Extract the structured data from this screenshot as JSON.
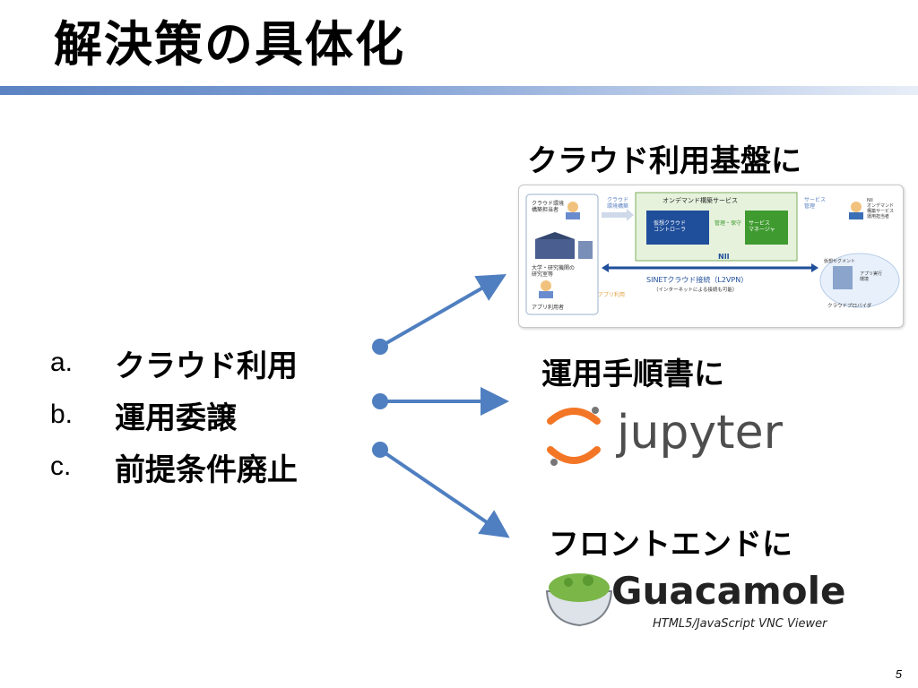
{
  "slide": {
    "title": "解決策の具体化",
    "page_number": "5"
  },
  "list": [
    {
      "letter": "a.",
      "text": "クラウド利用"
    },
    {
      "letter": "b.",
      "text": "運用委譲"
    },
    {
      "letter": "c.",
      "text": "前提条件廃止"
    }
  ],
  "targets": {
    "cloud_heading": "クラウド利用基盤に",
    "runbook_heading": "運用手順書に",
    "frontend_heading": "フロントエンドに"
  },
  "architecture": {
    "cloud_admin": "クラウド環境\n構築担当者",
    "cloud_build": "クラウド\n環境構築",
    "ondemand_title": "オンデマンド構築サービス",
    "virtual_controller": "仮想クラウド\nコントローラ",
    "mgmt_maint": "管理・保守",
    "service_manager": "サービス\nマネージャ",
    "service_mgmt": "サービス\n管理",
    "nii_admin": "NII\nオンデマンド\n構築サービス\n運用担当者",
    "nii": "NII",
    "univ_lab": "大学・研究機関の\n研究室等",
    "sinet": "SINETクラウド接続（L2VPN）",
    "sinet_sub": "（インターネットによる接続も可能）",
    "virtual_segment": "仮想セグメント",
    "app_env": "アプリ実行\n環境",
    "app_user": "アプリ利用者",
    "app_use": "アプリ利用",
    "cloud_provider": "クラウドプロバイダ"
  },
  "jupyter": {
    "logo_text": "jupyter"
  },
  "guacamole": {
    "logo_text": "Guacamole",
    "tagline": "HTML5/JavaScript VNC Viewer"
  },
  "colors": {
    "title_bar": "#5b82c2",
    "arrow": "#4f7fc0",
    "controller_box": "#1f4e9a",
    "manager_box": "#3f9a2f",
    "jupyter_orange": "#f37626",
    "jupyter_text": "#4e4e4e",
    "guac_green": "#7ab648"
  }
}
